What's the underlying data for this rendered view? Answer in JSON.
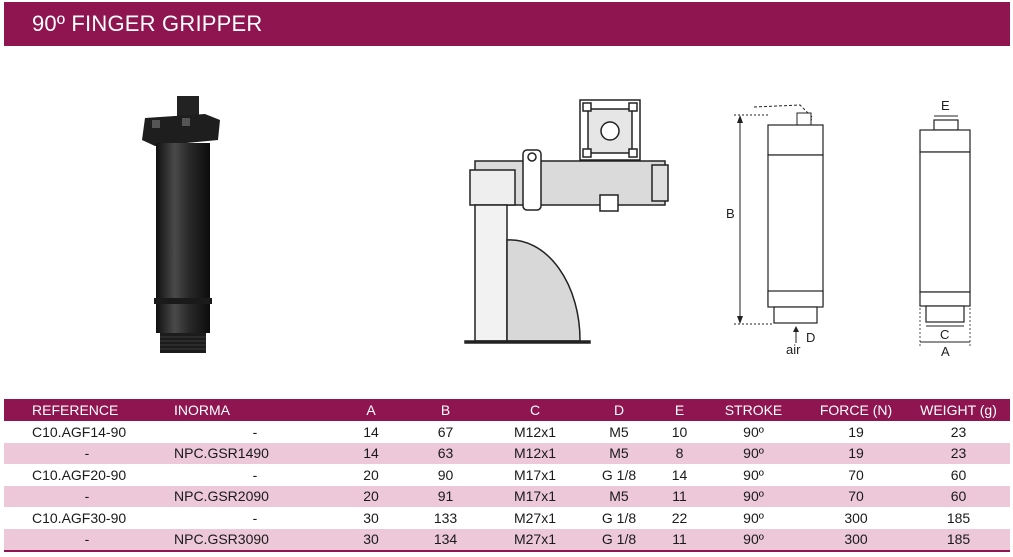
{
  "title": "90º FINGER GRIPPER",
  "diagram_labels": {
    "b": "B",
    "d": "D",
    "air": "air",
    "e": "E",
    "c": "C",
    "a": "A"
  },
  "table": {
    "headers": [
      "REFERENCE",
      "INORMA",
      "A",
      "B",
      "C",
      "D",
      "E",
      "STROKE",
      "FORCE (N)",
      "WEIGHT (g)"
    ],
    "rows": [
      [
        "C10.AGF14-90",
        "-",
        "14",
        "67",
        "M12x1",
        "M5",
        "10",
        "90º",
        "19",
        "23"
      ],
      [
        "-",
        "NPC.GSR1490",
        "14",
        "63",
        "M12x1",
        "M5",
        "8",
        "90º",
        "19",
        "23"
      ],
      [
        "C10.AGF20-90",
        "-",
        "20",
        "90",
        "M17x1",
        "G 1/8",
        "14",
        "90º",
        "70",
        "60"
      ],
      [
        "-",
        "NPC.GSR2090",
        "20",
        "91",
        "M17x1",
        "M5",
        "11",
        "90º",
        "70",
        "60"
      ],
      [
        "C10.AGF30-90",
        "-",
        "30",
        "133",
        "M27x1",
        "G 1/8",
        "22",
        "90º",
        "300",
        "185"
      ],
      [
        "-",
        "NPC.GSR3090",
        "30",
        "134",
        "M27x1",
        "G 1/8",
        "11",
        "90º",
        "300",
        "185"
      ]
    ]
  },
  "colors": {
    "brand": "#8f1551",
    "row_alt": "#ecc8d9"
  }
}
